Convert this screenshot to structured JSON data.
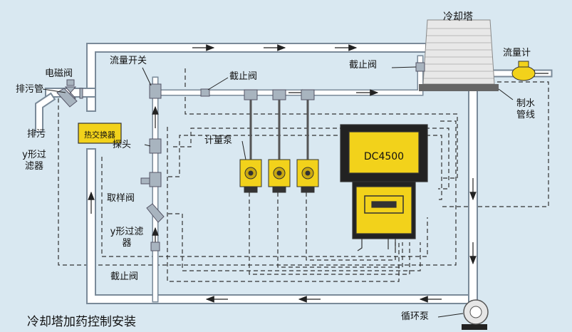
{
  "title": "冷却塔加药控制安装",
  "labels": {
    "cooling_tower": "冷却塔",
    "flow_meter": "流量计",
    "makeup_water": "制水管线",
    "solenoid_valve": "电磁阀",
    "blowdown_pipe": "排污管",
    "blowdown": "排污",
    "y_strainer_left": "y形过滤器",
    "flow_switch": "流量开关",
    "stop_valve_top": "截止阀",
    "stop_valve_right": "截止阀",
    "heat_exchanger": "热交换器",
    "probe": "探头",
    "sampling_valve": "取样阀",
    "y_strainer_mid": "y形过滤器",
    "stop_valve_bottom": "截止阀",
    "metering_pump": "计量泵",
    "controller": "DC4500",
    "circulation_pump": "循环泵"
  },
  "colors": {
    "background": "#d9e8f1",
    "pipe_fill": "#ffffff",
    "pipe_edge": "#7a8a99",
    "equipment": "#f2d21b",
    "equipment_edge": "#333333",
    "signal_line": "#333333",
    "tower": "#e6e6e6"
  }
}
